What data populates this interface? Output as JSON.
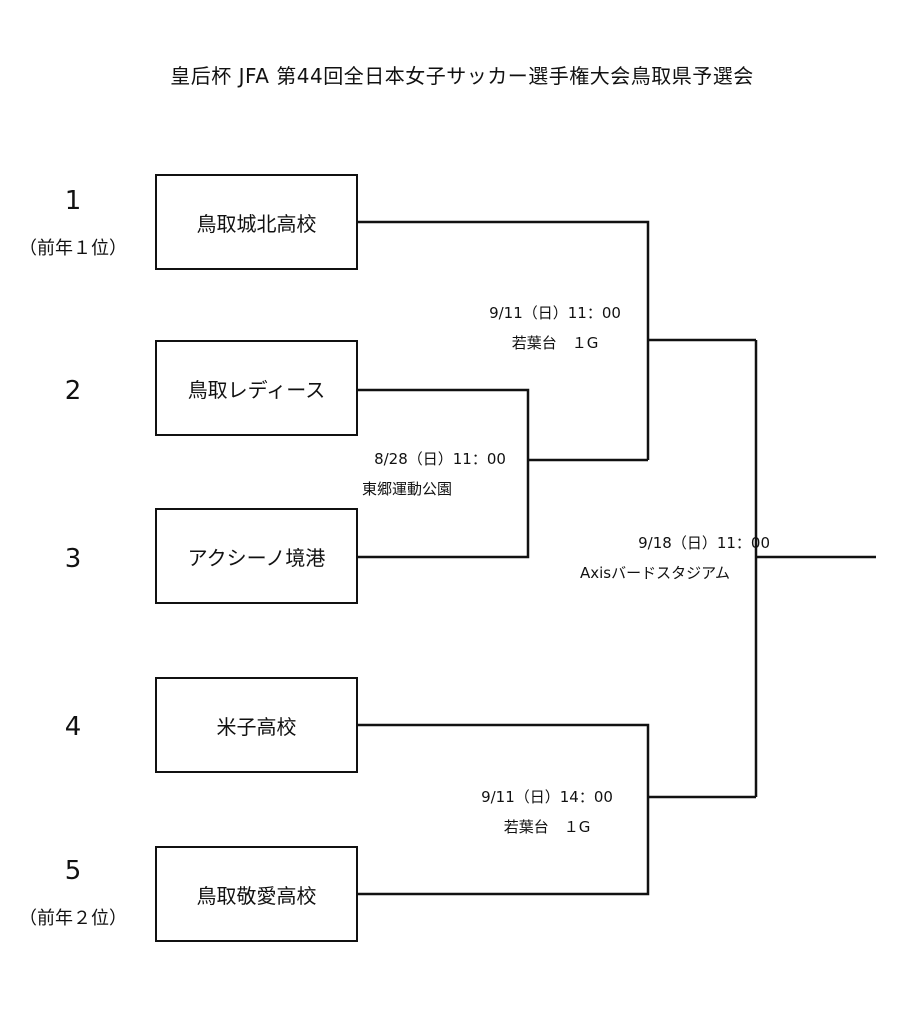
{
  "title": "皇后杯 JFA 第44回全日本女子サッカー選手権大会鳥取県予選会",
  "seeds": [
    {
      "number": "1",
      "note": "（前年１位）"
    },
    {
      "number": "2",
      "note": ""
    },
    {
      "number": "3",
      "note": ""
    },
    {
      "number": "4",
      "note": ""
    },
    {
      "number": "5",
      "note": "（前年２位）"
    }
  ],
  "teams": [
    {
      "name": "鳥取城北高校"
    },
    {
      "name": "鳥取レディース"
    },
    {
      "name": "アクシーノ境港"
    },
    {
      "name": "米子高校"
    },
    {
      "name": "鳥取敬愛高校"
    }
  ],
  "matches": [
    {
      "datetime": "8/28（日）11：00",
      "venue": "東郷運動公園"
    },
    {
      "datetime": "9/11（日）11：00",
      "venue": "若葉台　１G"
    },
    {
      "datetime": "9/11（日）14：00",
      "venue": "若葉台　１G"
    },
    {
      "datetime": "9/18（日）11：00",
      "venue": "Axisバードスタジアム"
    }
  ]
}
